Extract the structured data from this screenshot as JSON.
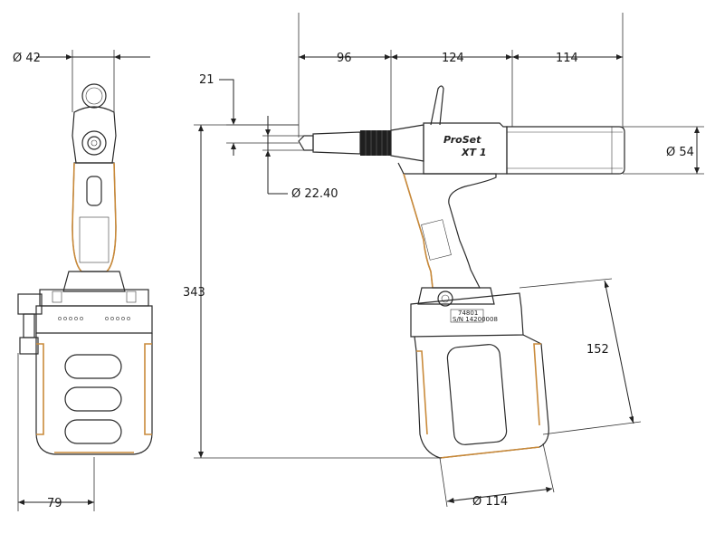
{
  "dimensions": {
    "front_top_diameter": "Ø 42",
    "front_bottom_width": "79",
    "nose_offset": "21",
    "nose_diameter": "Ø 22.40",
    "overall_height": "343",
    "seg_1": "96",
    "seg_2": "124",
    "seg_3": "114",
    "barrel_diameter": "Ø 54",
    "body_height": "152",
    "body_diameter": "Ø 114"
  },
  "labels": {
    "brand": "ProSet",
    "model": "XT 1",
    "plate_1": "74801",
    "plate_2": "S/N 14200008"
  },
  "colors": {
    "line": "#2a2a2a",
    "accent": "#c98a3a"
  }
}
